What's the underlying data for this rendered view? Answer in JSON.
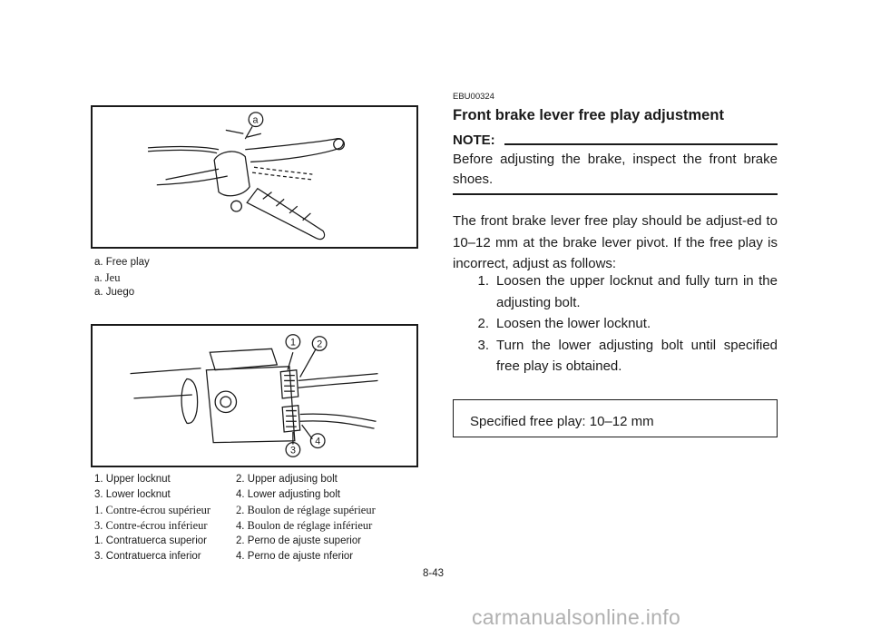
{
  "figure1": {
    "callout": "a",
    "captions": [
      "a.  Free play",
      "a.  Jeu",
      "a.  Juego"
    ]
  },
  "figure2": {
    "callouts": [
      "1",
      "2",
      "3",
      "4"
    ],
    "legend_rows": [
      [
        "1.  Upper locknut",
        "2.  Upper adjusing bolt"
      ],
      [
        "3.  Lower locknut",
        "4.  Lower adjusting bolt"
      ],
      [
        "1.  Contre-écrou supérieur",
        "2.  Boulon de réglage supérieur"
      ],
      [
        "3.  Contre-écrou inférieur",
        "4.  Boulon de réglage inférieur"
      ],
      [
        "1.  Contratuerca superior",
        "2.  Perno de ajuste superior"
      ],
      [
        "3.  Contratuerca inferior",
        "4.  Perno de ajuste nferior"
      ]
    ]
  },
  "section": {
    "code": "EBU00324",
    "title": "Front brake lever free play adjustment",
    "note_label": "NOTE:",
    "note_text": "Before adjusting the brake, inspect the front brake shoes.",
    "body": "The front brake lever free play should be adjust-ed to 10–12 mm at the brake lever pivot. If the free play is incorrect, adjust as follows:",
    "steps": [
      {
        "num": "1.",
        "text": "Loosen the upper locknut and fully turn in the adjusting bolt."
      },
      {
        "num": "2.",
        "text": "Loosen the lower locknut."
      },
      {
        "num": "3.",
        "text": "Turn the lower adjusting bolt until specified free play is obtained."
      }
    ],
    "spec": "Specified free play: 10–12 mm"
  },
  "page_number": "8-43",
  "watermark": "carmanualsonline.info"
}
